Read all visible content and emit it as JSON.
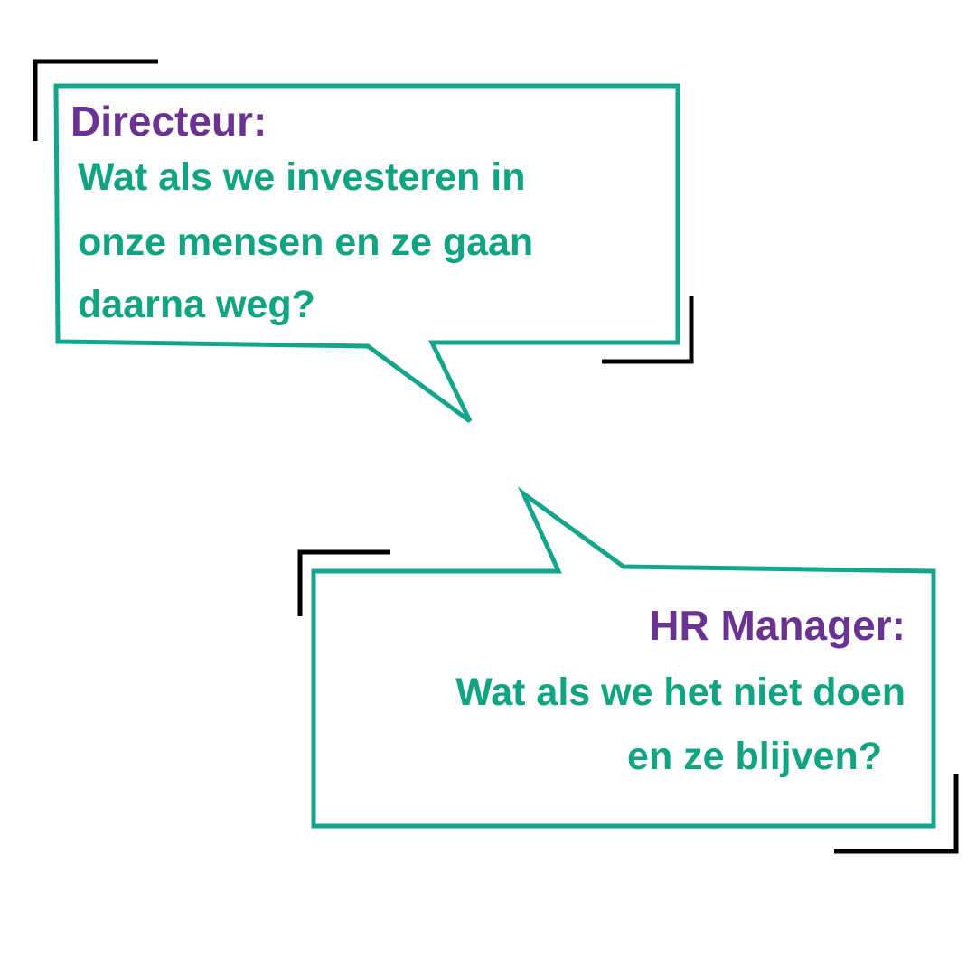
{
  "colors": {
    "bubble_stroke": "#15a58a",
    "speaker": "#6a3391",
    "question": "#10a483",
    "corner": "#000000",
    "background": "#ffffff"
  },
  "bubble_1": {
    "speaker": "Directeur:",
    "lines": [
      "Wat als we investeren in",
      "onze mensen en ze gaan",
      "daarna weg?"
    ]
  },
  "bubble_2": {
    "speaker": "HR Manager:",
    "lines": [
      "Wat als we het niet doen",
      "en ze blijven?"
    ]
  }
}
